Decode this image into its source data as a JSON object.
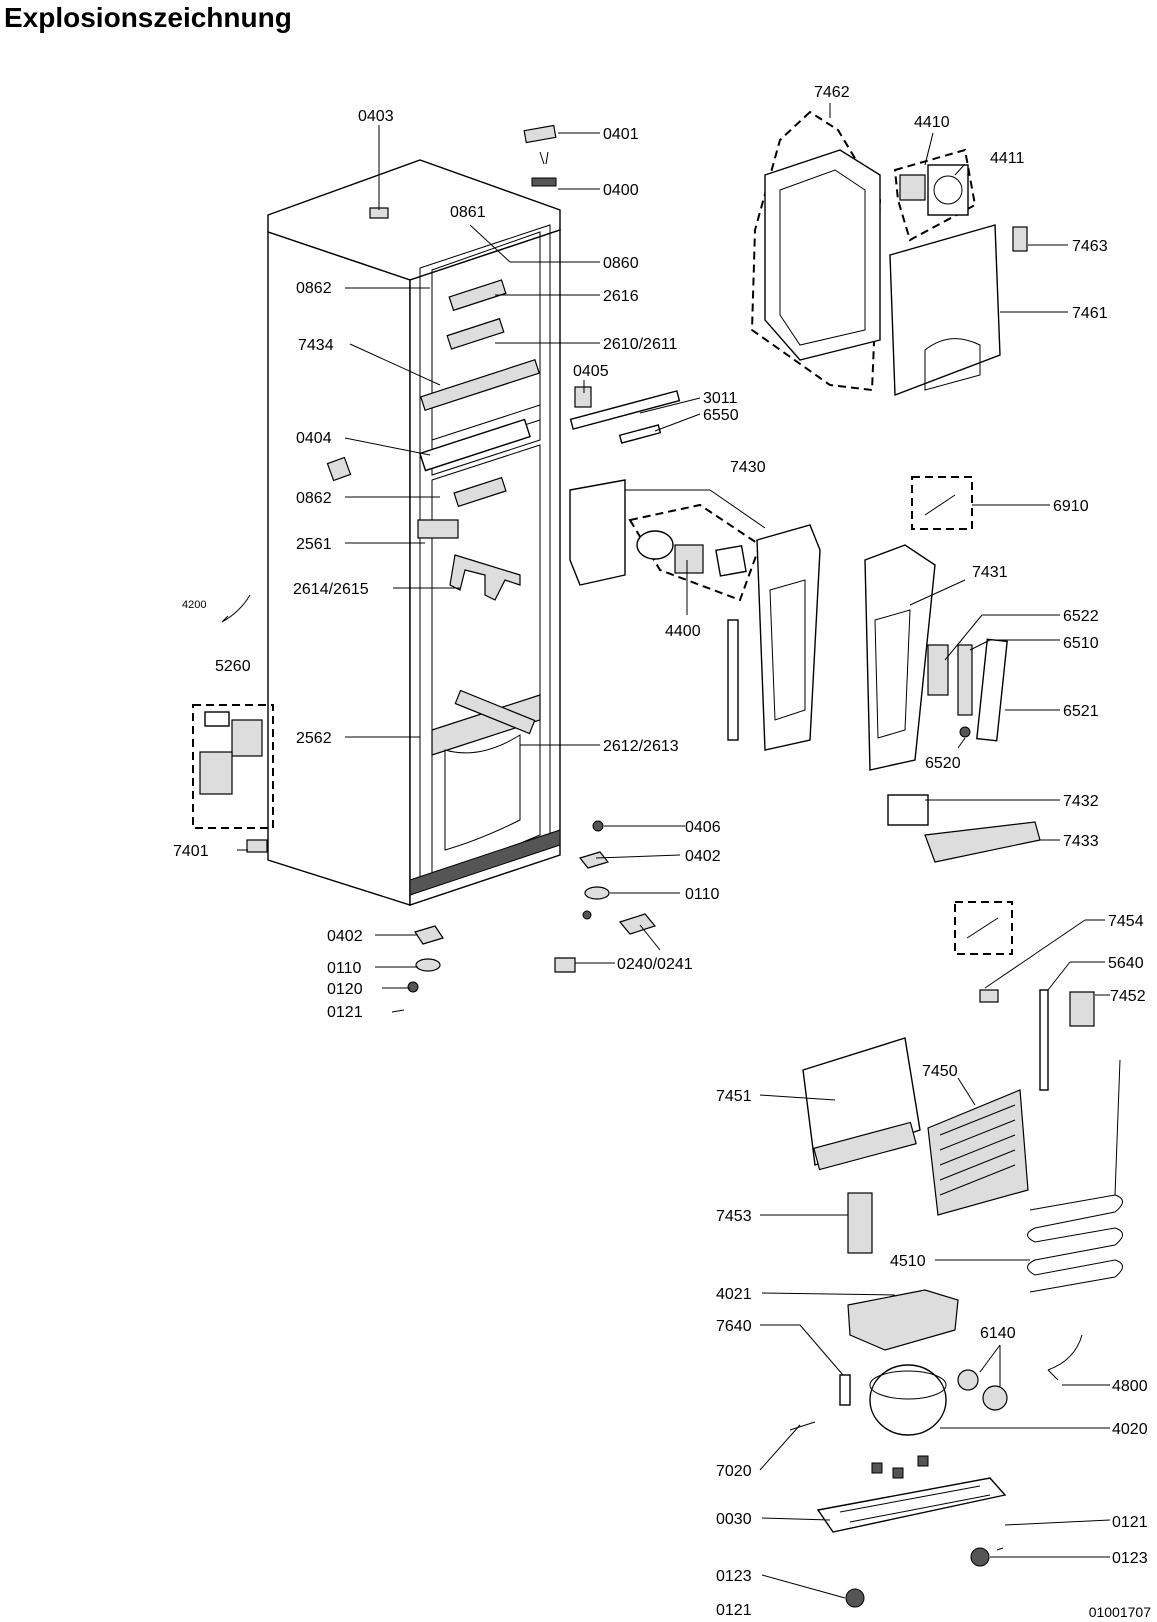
{
  "title": "Explosionszeichnung",
  "document_number": "01001707",
  "labels": {
    "l0403": "0403",
    "l0401": "0401",
    "l0400": "0400",
    "l0861": "0861",
    "l0860": "0860",
    "l0862a": "0862",
    "l2616": "2616",
    "l7434": "7434",
    "l2610": "2610/2611",
    "l0405": "0405",
    "l3011": "3011",
    "l6550": "6550",
    "l0404": "0404",
    "l0862b": "0862",
    "l2561": "2561",
    "l2614": "2614/2615",
    "l4200": "4200",
    "l5260": "5260",
    "l2562": "2562",
    "l2612": "2612/2613",
    "l7401": "7401",
    "l0406": "0406",
    "l0402a": "0402",
    "l0110a": "0110",
    "l0402b": "0402",
    "l0110b": "0110",
    "l0120": "0120",
    "l0121a": "0121",
    "l0240": "0240/0241",
    "l7462": "7462",
    "l4410": "4410",
    "l4411": "4411",
    "l7463": "7463",
    "l7461": "7461",
    "l7430": "7430",
    "l4400": "4400",
    "l6910": "6910",
    "l7431": "7431",
    "l6522": "6522",
    "l6510": "6510",
    "l6521": "6521",
    "l6520": "6520",
    "l7432": "7432",
    "l7433": "7433",
    "l7454": "7454",
    "l5640": "5640",
    "l7452": "7452",
    "l7451": "7451",
    "l7450": "7450",
    "l7453": "7453",
    "l4510": "4510",
    "l4021": "4021",
    "l7640": "7640",
    "l6140": "6140",
    "l4800": "4800",
    "l4020": "4020",
    "l7020": "7020",
    "l0030": "0030",
    "l0121b": "0121",
    "l0123a": "0123",
    "l0123b": "0123",
    "l0121c": "0121"
  }
}
